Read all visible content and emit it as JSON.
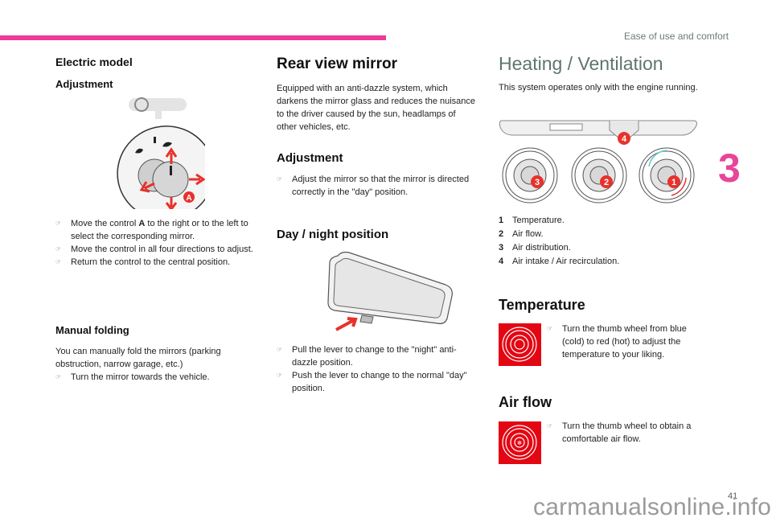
{
  "header": {
    "section_title": "Ease of use and comfort",
    "chapter_number": "3",
    "accent_color": "#ee3a97"
  },
  "footer": {
    "page_number": "41",
    "watermark": "carmanualsonline.info"
  },
  "bullet_icon": "pointing-hand-icon",
  "col1": {
    "title": "Electric model",
    "adjustment_title": "Adjustment",
    "figure_label": "A",
    "bullets": [
      {
        "pre": "Move the control ",
        "bold": "A",
        "post": " to the right or to the left to select the corresponding mirror."
      },
      {
        "text": "Move the control in all four directions to adjust."
      },
      {
        "text": "Return the control to the central position."
      }
    ],
    "manual_folding_title": "Manual folding",
    "manual_folding_text": "You can manually fold the mirrors (parking obstruction, narrow garage, etc.)",
    "manual_folding_bullet": "Turn the mirror towards the vehicle."
  },
  "col2": {
    "title": "Rear view mirror",
    "intro": "Equipped with an anti-dazzle system, which darkens the mirror glass and reduces the nuisance to the driver caused by the sun, headlamps of other vehicles, etc.",
    "adjustment_title": "Adjustment",
    "adjustment_bullet": "Adjust the mirror so that the mirror is directed correctly in the \"day\" position.",
    "daynight_title": "Day / night position",
    "daynight_bullets": [
      "Pull the lever to change to the \"night\" anti-dazzle position.",
      "Push the lever to change to the normal \"day\" position."
    ]
  },
  "col3": {
    "title": "Heating / Ventilation",
    "intro": "This system operates only with the engine running.",
    "callouts": [
      "1",
      "2",
      "3",
      "4"
    ],
    "legend": [
      {
        "n": "1",
        "label": "Temperature."
      },
      {
        "n": "2",
        "label": "Air flow."
      },
      {
        "n": "3",
        "label": "Air distribution."
      },
      {
        "n": "4",
        "label": "Air intake / Air recirculation."
      }
    ],
    "temperature_title": "Temperature",
    "temperature_bullet": "Turn the thumb wheel from blue (cold) to red (hot) to adjust the temperature to your liking.",
    "airflow_title": "Air flow",
    "airflow_bullet": "Turn the thumb wheel to obtain a comfortable air flow."
  }
}
